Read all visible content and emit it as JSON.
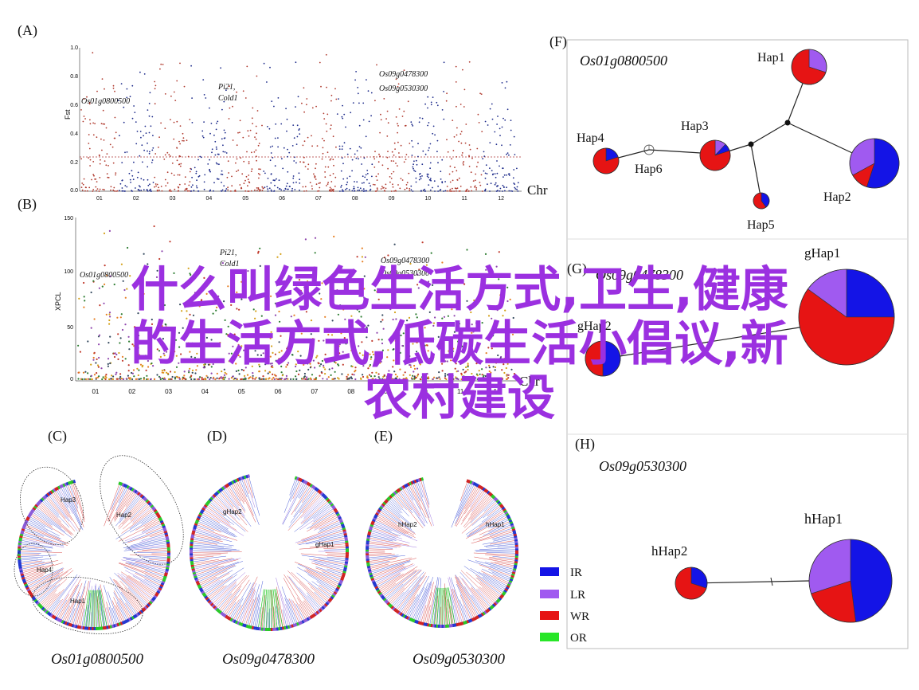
{
  "panels": {
    "A": {
      "tag": "(A)",
      "ylabel": "Fst",
      "yticks": [
        "0.0",
        "0.2",
        "0.4",
        "0.6",
        "0.8",
        "1.0"
      ],
      "xticks": [
        "01",
        "02",
        "03",
        "04",
        "05",
        "06",
        "07",
        "08",
        "09",
        "10",
        "11",
        "12"
      ],
      "xaxis": "Chr",
      "genes": [
        "Os01g0800500",
        "Pi21,",
        "Cold1",
        "Os09g0478300",
        "Os09g0530300"
      ]
    },
    "B": {
      "tag": "(B)",
      "ylabel": "XPCL",
      "yticks": [
        "0",
        "50",
        "100",
        "150"
      ],
      "xticks": [
        "01",
        "02",
        "03",
        "04",
        "05",
        "06",
        "07",
        "08",
        "09",
        "10",
        "11",
        "12"
      ],
      "xaxis": "Chr",
      "genes": [
        "Os01g0800500",
        "Pi21,",
        "Cold1",
        "Os09g0478300",
        "Os09g0530300"
      ]
    },
    "C": {
      "tag": "(C)",
      "gene": "Os01g0800500",
      "haps": [
        "Hap3",
        "Hap2",
        "Hap4",
        "Hap1"
      ]
    },
    "D": {
      "tag": "(D)",
      "gene": "Os09g0478300",
      "haps": [
        "gHap2",
        "gHap1"
      ]
    },
    "E": {
      "tag": "(E)",
      "gene": "Os09g0530300",
      "haps": [
        "hHap2",
        "hHap1"
      ]
    },
    "F": {
      "tag": "(F)",
      "gene": "Os01g0800500",
      "haps": [
        "Hap1",
        "Hap4",
        "Hap3",
        "Hap6",
        "Hap2",
        "Hap5"
      ]
    },
    "G": {
      "tag": "(G)",
      "gene": "Os09g0478300",
      "haps": [
        "gHap1",
        "gHap2"
      ]
    },
    "H": {
      "tag": "(H)",
      "gene": "Os09g0530300",
      "haps": [
        "hHap1",
        "hHap2"
      ]
    }
  },
  "legend": [
    {
      "label": "IR",
      "color": "#1414e6"
    },
    {
      "label": "LR",
      "color": "#a05af0"
    },
    {
      "label": "WR",
      "color": "#e61414"
    },
    {
      "label": "OR",
      "color": "#28e628"
    }
  ],
  "overlay": {
    "line1": "什么叫绿色生活方式,卫生,健康",
    "line2": "的生活方式,低碳生活小倡议,新",
    "line3": "农村建设",
    "color": "#9b30e0"
  }
}
